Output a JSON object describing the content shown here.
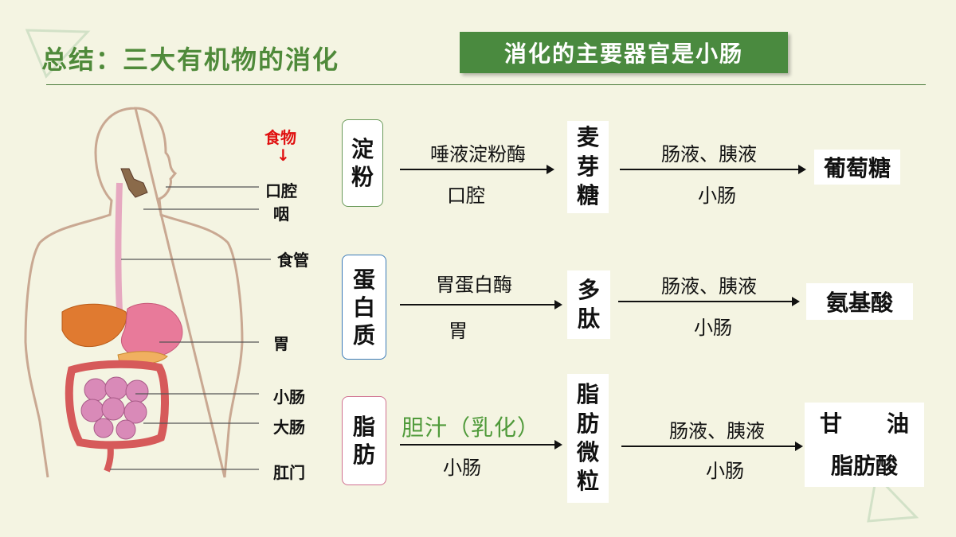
{
  "title": "总结：三大有机物的消化",
  "banner": "消化的主要器官是小肠",
  "food": {
    "label": "食物",
    "arrow": "↓"
  },
  "organs": [
    "口腔",
    "咽",
    "食管",
    "胃",
    "小肠",
    "大肠",
    "肛门"
  ],
  "rows": [
    {
      "nutrient": [
        "淀",
        "粉"
      ],
      "step1_enzyme": "唾液淀粉酶",
      "step1_place": "口腔",
      "middle": [
        "麦",
        "芽",
        "糖"
      ],
      "step2_enzyme": "肠液、胰液",
      "step2_place": "小肠",
      "product": "葡萄糖"
    },
    {
      "nutrient": [
        "蛋",
        "白",
        "质"
      ],
      "step1_enzyme": "胃蛋白酶",
      "step1_place": "胃",
      "middle": [
        "多",
        "肽"
      ],
      "step2_enzyme": "肠液、胰液",
      "step2_place": "小肠",
      "product": "氨基酸"
    },
    {
      "nutrient": [
        "脂",
        "肪"
      ],
      "step1_enzyme": "胆汁（乳化）",
      "step1_place": "小肠",
      "middle": [
        "脂",
        "肪",
        "微",
        "粒"
      ],
      "step2_enzyme": "肠液、胰液",
      "step2_place": "小肠",
      "product_lines": [
        "甘　　油",
        "脂肪酸"
      ]
    }
  ],
  "colors": {
    "title": "#4f8a3a",
    "banner": "#4a8a3f",
    "food": "#e01010",
    "bile": "#4f9a3a",
    "starch_border": "#6a9a5a",
    "protein_border": "#3a7ab8",
    "fat_border": "#d07090"
  }
}
